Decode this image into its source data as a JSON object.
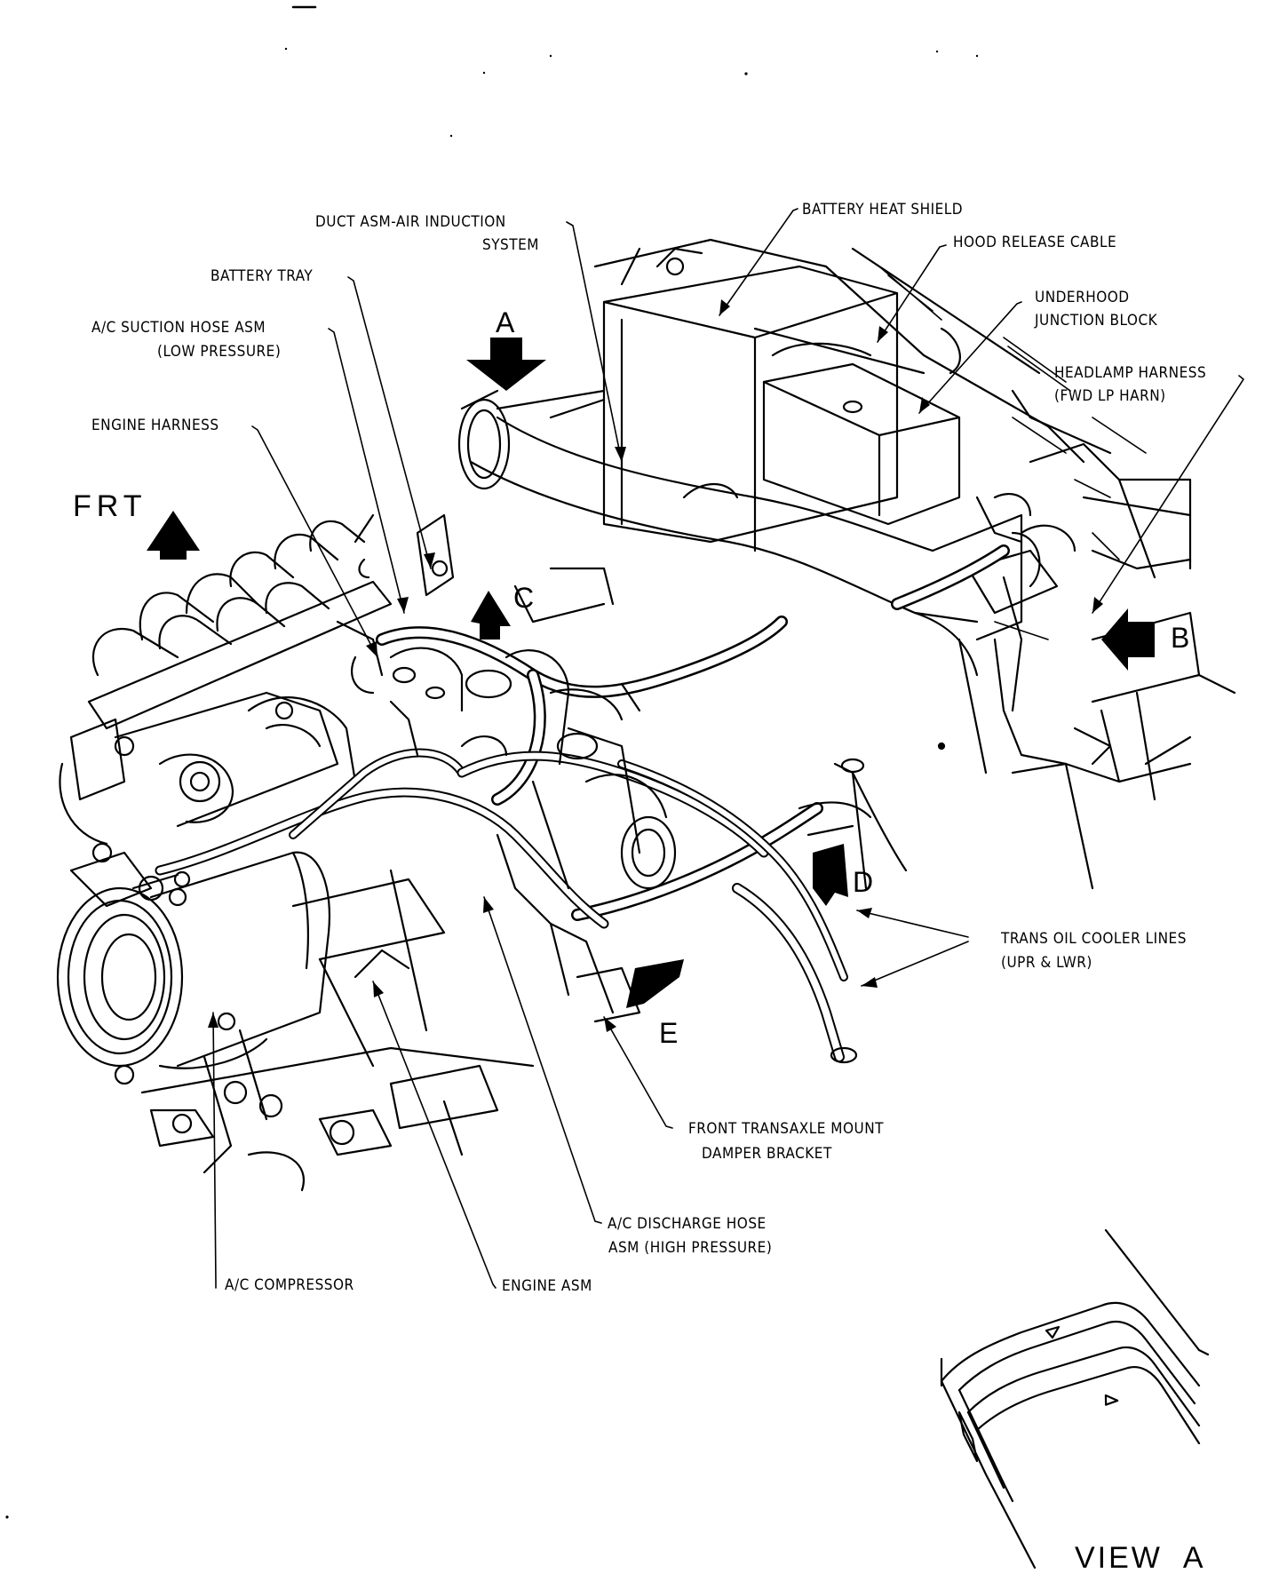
{
  "diagram": {
    "labels": {
      "duct_asm": "DUCT ASM-AIR INDUCTION",
      "duct_asm_2": "SYSTEM",
      "battery_heat_shield": "BATTERY HEAT SHIELD",
      "hood_release_cable": "HOOD RELEASE CABLE",
      "underhood_junction": "UNDERHOOD",
      "underhood_junction_2": "JUNCTION BLOCK",
      "battery_tray": "BATTERY TRAY",
      "ac_suction_hose": "A/C SUCTION HOSE ASM",
      "ac_suction_hose_2": "(LOW PRESSURE)",
      "headlamp_harness": "HEADLAMP HARNESS",
      "headlamp_harness_2": "(FWD LP HARN)",
      "engine_harness": "ENGINE HARNESS",
      "trans_oil_cooler": "TRANS OIL COOLER LINES",
      "trans_oil_cooler_2": "(UPR & LWR)",
      "front_transaxle_mount": "FRONT TRANSAXLE MOUNT",
      "front_transaxle_mount_2": "DAMPER BRACKET",
      "ac_discharge_hose": "A/C DISCHARGE HOSE",
      "ac_discharge_hose_2": "ASM (HIGH PRESSURE)",
      "ac_compressor": "A/C COMPRESSOR",
      "engine_asm": "ENGINE ASM"
    },
    "view_letters": {
      "a": "A",
      "b": "B",
      "c": "C",
      "d": "D",
      "e": "E"
    },
    "front_marker": "FRT",
    "inset_caption": "VIEW  A"
  },
  "colors": {
    "ink": "#000000",
    "paper": "#ffffff"
  }
}
